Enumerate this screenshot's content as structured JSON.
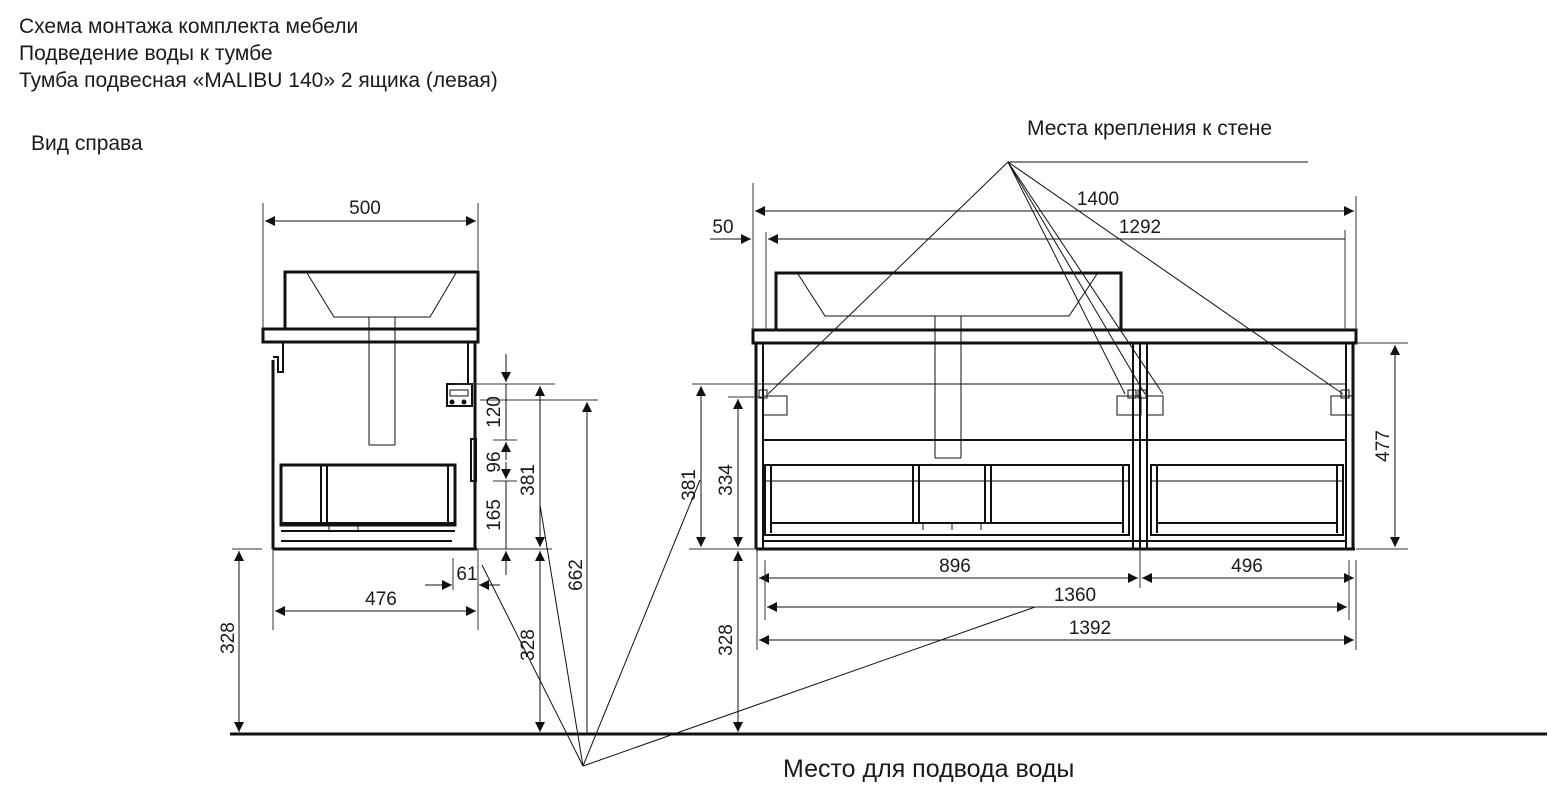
{
  "header": {
    "line1": "Схема монтажа комплекта мебели",
    "line2": "Подведение воды к тумбе",
    "line3": "Тумба подвесная «MALIBU 140» 2 ящика (левая)"
  },
  "side_view": {
    "title": "Вид справа",
    "dims": {
      "width_top": "500",
      "depth_bottom": "476",
      "offset_61": "61",
      "h_120": "120",
      "h_96": "96",
      "h_165": "165",
      "h_381": "381",
      "h_662": "662",
      "h_328_left": "328",
      "h_328_right": "328"
    }
  },
  "front_view": {
    "dims": {
      "width_1400": "1400",
      "width_1292": "1292",
      "offset_50": "50",
      "w_896": "896",
      "w_496": "496",
      "w_1360": "1360",
      "w_1392": "1392",
      "h_381": "381",
      "h_334": "334",
      "h_477": "477",
      "h_328": "328"
    }
  },
  "callouts": {
    "wall_mount": "Места крепления к стене",
    "water_supply": "Место  для подвода воды"
  }
}
